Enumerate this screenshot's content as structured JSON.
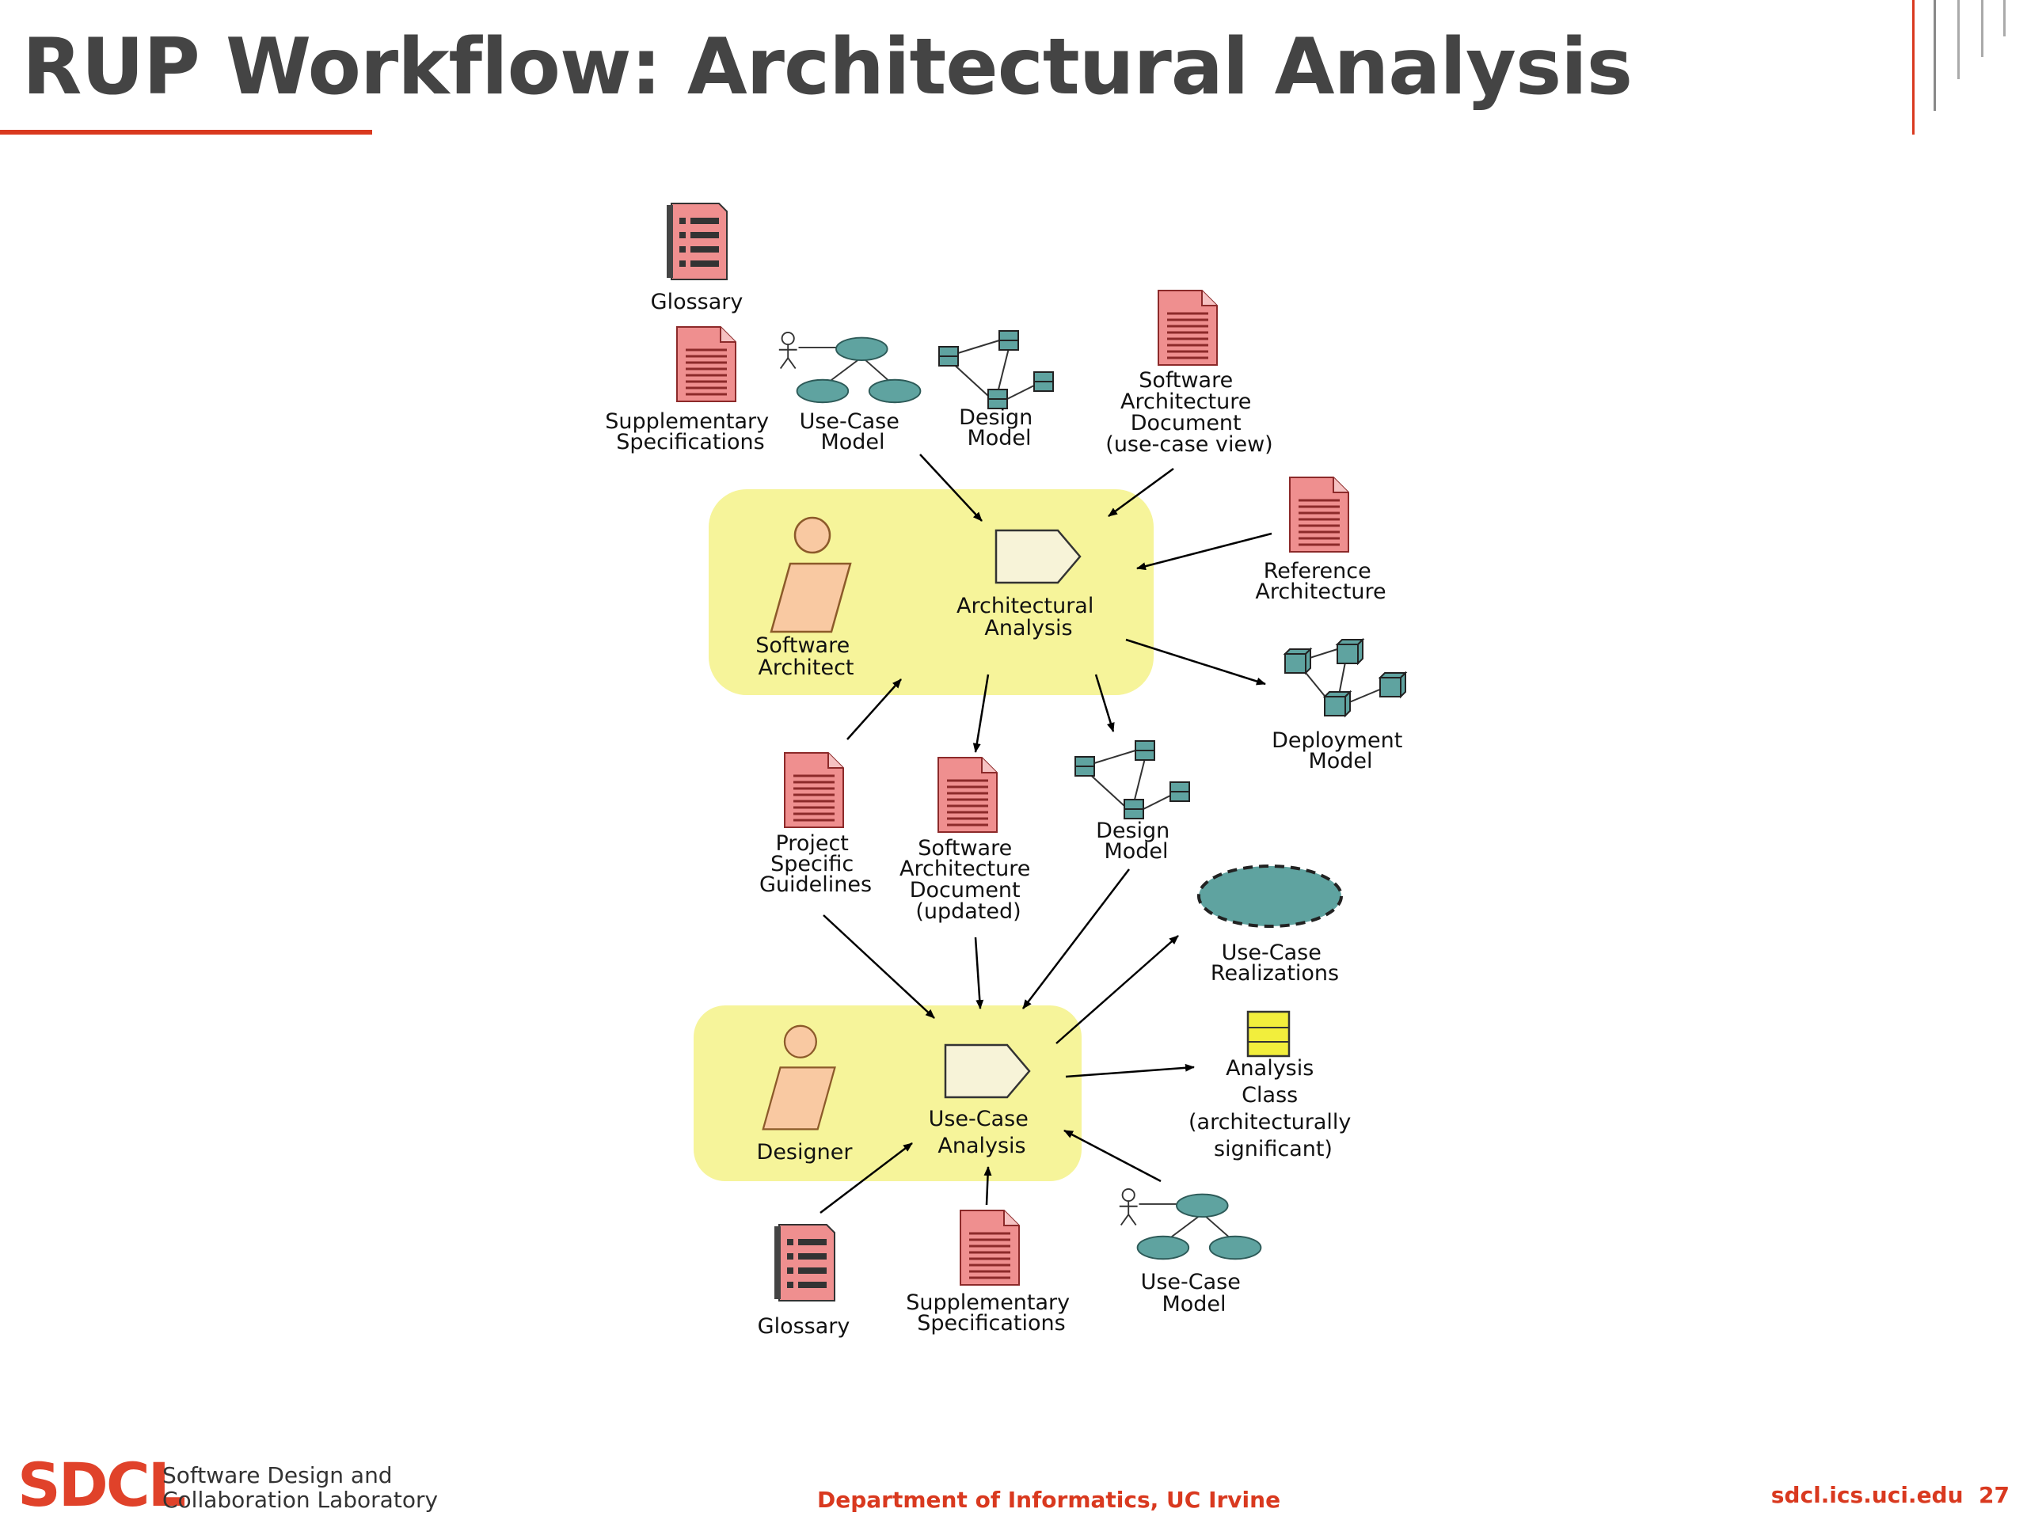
{
  "slide": {
    "title": "RUP Workflow: Architectural Analysis"
  },
  "diagram": {
    "top_inputs": {
      "glossary": "Glossary",
      "supp_spec": [
        "Supplementary",
        "Specifications"
      ],
      "use_case_model": [
        "Use-Case",
        "Model"
      ],
      "design_model": [
        "Design",
        "Model"
      ],
      "sad": [
        "Software",
        "Architecture",
        "Document",
        "(use-case view)"
      ]
    },
    "reference_architecture": [
      "Reference",
      "Architecture"
    ],
    "architectural_analysis": {
      "worker": [
        "Software",
        "Architect"
      ],
      "activity": [
        "Architectural",
        "Analysis"
      ]
    },
    "deployment_model": [
      "Deployment",
      "Model"
    ],
    "middle": {
      "guidelines": [
        "Project",
        "Specific",
        "Guidelines"
      ],
      "sad_updated": [
        "Software",
        "Architecture",
        "Document",
        "(updated)"
      ],
      "design_model": [
        "Design",
        "Model"
      ]
    },
    "use_case_realizations": [
      "Use-Case",
      "Realizations"
    ],
    "use_case_analysis": {
      "worker": "Designer",
      "activity": [
        "Use-Case",
        "Analysis"
      ]
    },
    "analysis_class": [
      "Analysis",
      "Class",
      "(architecturally",
      "significant)"
    ],
    "bottom_inputs": {
      "glossary": "Glossary",
      "supp_spec": [
        "Supplementary",
        "Specifications"
      ],
      "use_case_model": [
        "Use-Case",
        "Model"
      ]
    },
    "colors": {
      "activity_box": "#f6f49a",
      "document": "#ef8f8f",
      "model_teal": "#5fa3a0",
      "worker_body": "#f9c9a2",
      "class_yellow": "#f2ee3c"
    }
  },
  "footer": {
    "logo": "SDCL",
    "lab_line1": "Software Design and",
    "lab_line2": "Collaboration Laboratory",
    "department": "Department of Informatics, UC Irvine",
    "url": "sdcl.ics.uci.edu  27"
  }
}
